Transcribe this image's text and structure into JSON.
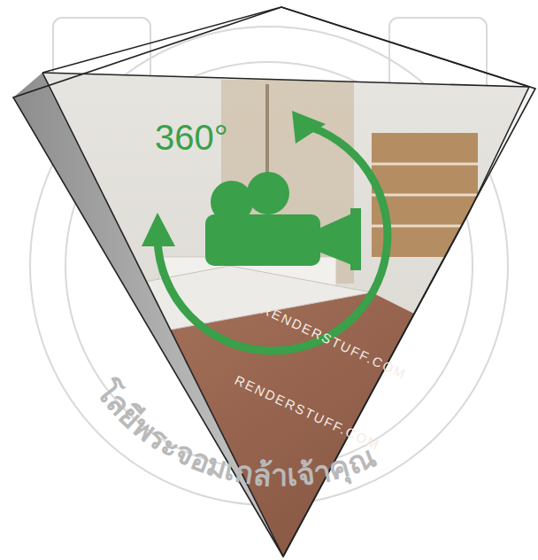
{
  "diagram": {
    "labels": [
      "360°",
      "RENDERSTUFF.COM",
      "RENDERSTUFF.COM",
      "โลยีพระจอมเกล้าเจ้าคุณ"
    ]
  }
}
